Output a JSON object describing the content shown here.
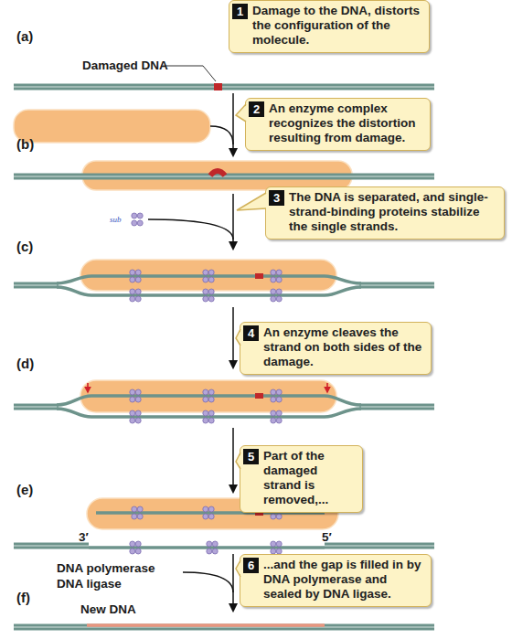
{
  "diagram": {
    "nodes": [
      {
        "text": [
          "1",
          "Damage to the DNA, distorts the configuration of the molecule."
        ]
      },
      {
        "text": [
          "2",
          "An enzyme complex recognizes the distortion resulting from damage."
        ]
      },
      {
        "text": [
          "3",
          "The DNA is separated, and single-strand-binding proteins stabilize the single strands."
        ]
      },
      {
        "text": [
          "4",
          "An enzyme cleaves the strand on both sides of the damage."
        ]
      },
      {
        "text": [
          "5",
          "Part of the damaged strand is removed,..."
        ]
      },
      {
        "text": [
          "6",
          "...and the gap is filled in by DNA polymerase and sealed by DNA ligase."
        ]
      }
    ],
    "labels": [
      "(a)",
      "Damaged DNA",
      "(b)",
      "sub",
      "(c)",
      "(d)",
      "(e)",
      "3′",
      "5′",
      "DNA polymerase",
      "DNA ligase",
      "(f)",
      "New DNA"
    ]
  }
}
